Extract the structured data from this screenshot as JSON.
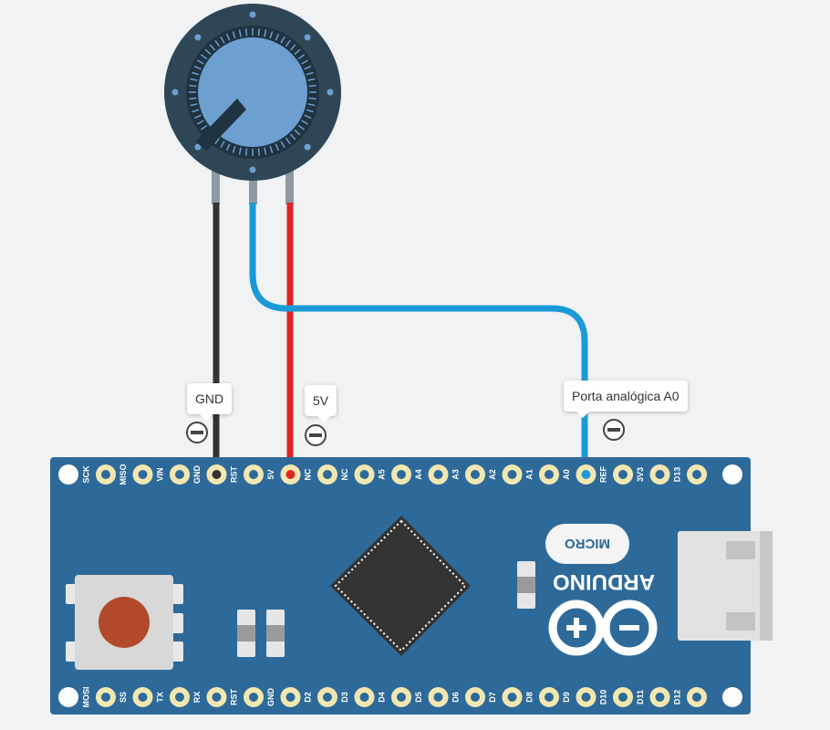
{
  "annotations": {
    "gnd": "GND",
    "five_v": "5V",
    "a0": "Porta analógica A0"
  },
  "board": {
    "top_pins": [
      "SCK",
      "MISO",
      "VIN",
      "GND",
      "RST",
      "5V",
      "NC",
      "NC",
      "A5",
      "A4",
      "A3",
      "A2",
      "A1",
      "A0",
      "REF",
      "3V3",
      "D13"
    ],
    "bottom_pins": [
      "MOSI",
      "SS",
      "TX",
      "RX",
      "RST",
      "GND",
      "D2",
      "D3",
      "D4",
      "D5",
      "D6",
      "D7",
      "D8",
      "D9",
      "D10",
      "D11",
      "D12"
    ],
    "logo_word": "ARDUINO",
    "logo_variant": "MICRO",
    "color": "#2d6a9a"
  },
  "wires": {
    "gnd_color": "#333333",
    "vcc_color": "#e02424",
    "signal_color": "#1a9ad6"
  },
  "potentiometer": {
    "knob_color": "#6d9fd0",
    "body_color": "#2f4656"
  }
}
